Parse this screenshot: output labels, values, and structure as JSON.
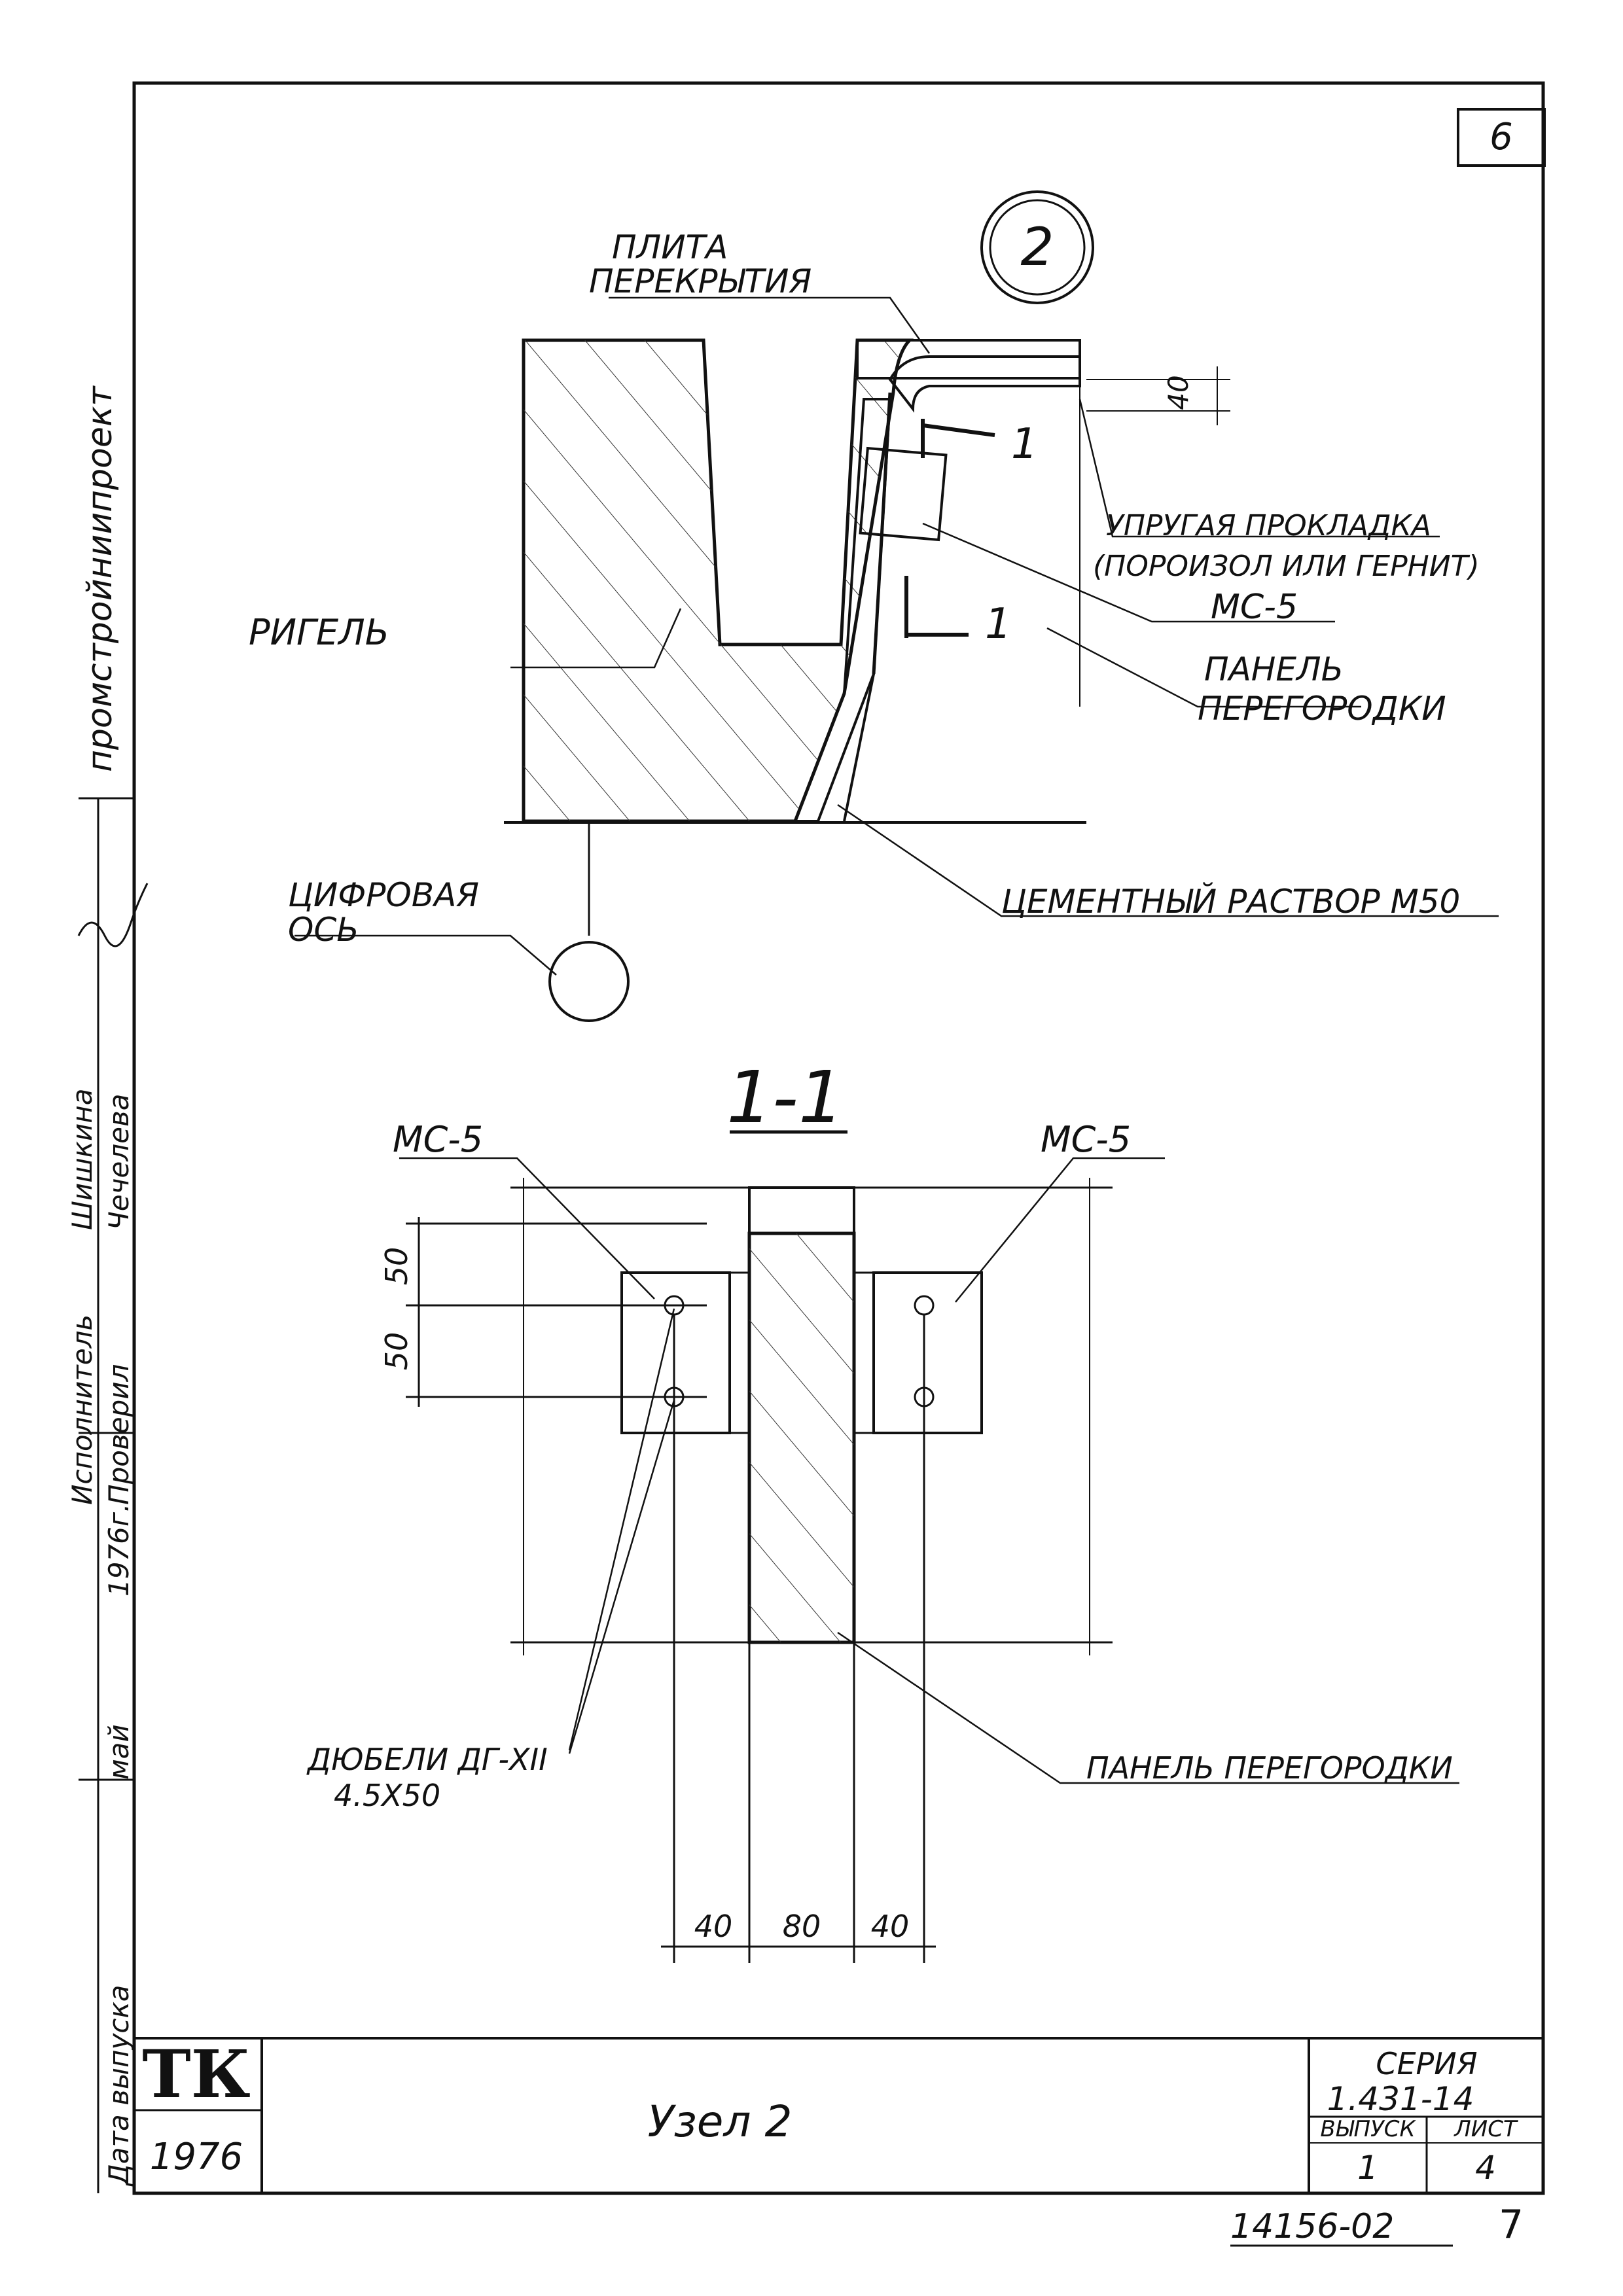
{
  "sheet_number": "6",
  "node_mark": "2",
  "node_labels": {
    "slab_line1": "ПЛИТА",
    "slab_line2": "ПЕРЕКРЫТИЯ",
    "gasket_line1": "УПРУГАЯ ПРОКЛАДКА",
    "gasket_line2": "(ПОРОИЗОЛ ИЛИ ГЕРНИТ)",
    "mc5": "МС-5",
    "panel_line1": "ПАНЕЛЬ",
    "panel_line2": "ПЕРЕГОРОДКИ",
    "rigel": "РИГЕЛЬ",
    "mortar": "ЦЕМЕНТНЫЙ РАСТВОР М50",
    "axis_line1": "ЦИФРОВАЯ",
    "axis_line2": "ОСЬ",
    "cut_mark_top": "1",
    "cut_mark_bottom": "1",
    "dim_gap": "40"
  },
  "section": {
    "title": "1-1",
    "mc5_left": "МС-5",
    "mc5_right": "МС-5",
    "dowels_line1": "ДЮБЕЛИ ДГ-XII",
    "dowels_line2": "4.5Х50",
    "panel": "ПАНЕЛЬ ПЕРЕГОРОДКИ",
    "dim_v1": "50",
    "dim_v2": "50",
    "dim_h1": "40",
    "dim_h2": "80",
    "dim_h3": "40"
  },
  "margin_stamp": {
    "org": "промстройниипроект",
    "performer_role": "Исполнитель",
    "performer_name": "Шишкина",
    "checker_role": "Проверил",
    "checker_name": "Чечелева",
    "release_label": "Дата выпуска",
    "release_month": "май",
    "release_year": "1976г."
  },
  "title_block": {
    "logo": "ТК",
    "year": "1976",
    "title": "Узел 2",
    "series_label": "СЕРИЯ",
    "series_value": "1.431-14",
    "issue_label": "ВЫПУСК",
    "issue_value": "1",
    "sheet_label": "ЛИСТ",
    "sheet_value": "4"
  },
  "archive_number": "14156-02",
  "archive_page": "7"
}
